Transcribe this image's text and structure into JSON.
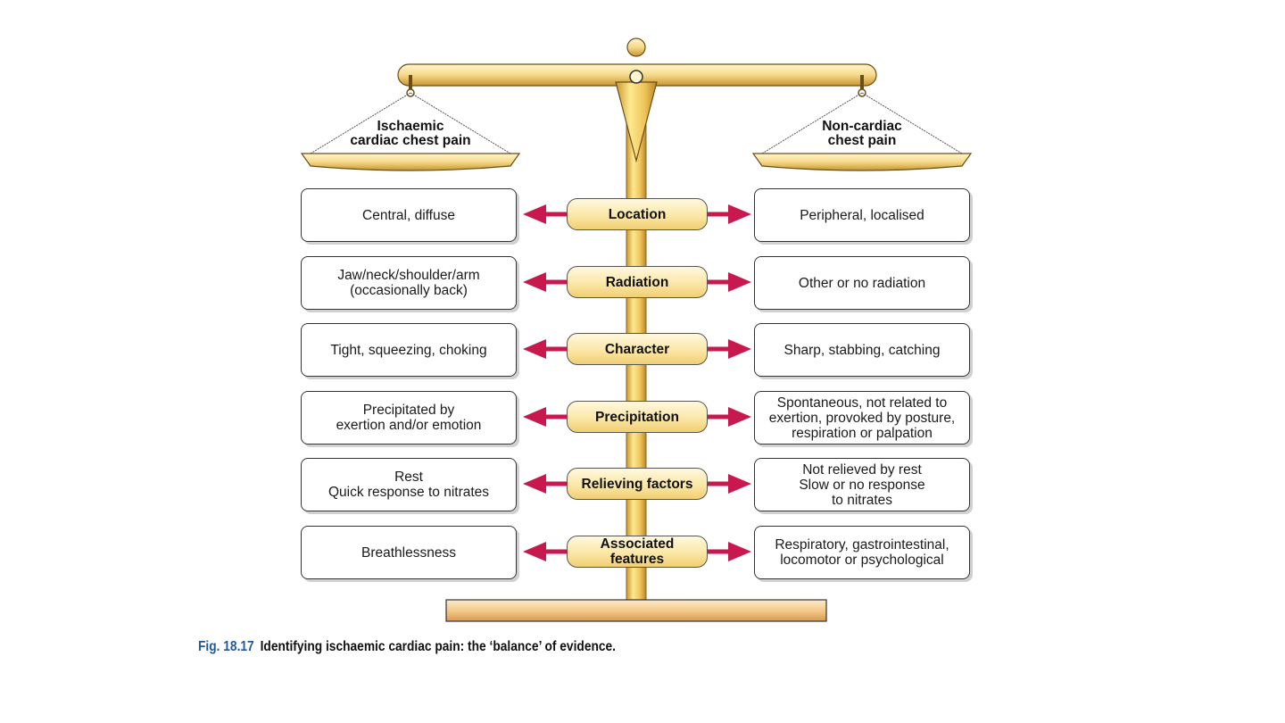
{
  "scale": {
    "left_pan_title": "Ischaemic\ncardiac chest pain",
    "right_pan_title": "Non-cardiac\nchest pain"
  },
  "rows": [
    {
      "label": "Location",
      "left": "Central, diffuse",
      "right": "Peripheral, localised"
    },
    {
      "label": "Radiation",
      "left": "Jaw/neck/shoulder/arm\n(occasionally back)",
      "right": "Other or no radiation"
    },
    {
      "label": "Character",
      "left": "Tight, squeezing, choking",
      "right": "Sharp, stabbing, catching"
    },
    {
      "label": "Precipitation",
      "left": "Precipitated by\nexertion and/or emotion",
      "right": "Spontaneous, not related to\nexertion, provoked by posture,\nrespiration or palpation"
    },
    {
      "label": "Relieving factors",
      "left": "Rest\nQuick response to nitrates",
      "right": "Not relieved by rest\nSlow or no response\nto nitrates"
    },
    {
      "label": "Associated\nfeatures",
      "left": "Breathlessness",
      "right": "Respiratory, gastrointestinal,\nlocomotor or psychological"
    }
  ],
  "caption": {
    "number": "Fig. 18.17",
    "text": "Identifying ischaemic cardiac pain: the ‘balance’ of evidence."
  },
  "colors": {
    "gold_light": "#fdf3c4",
    "gold": "#f3cf6a",
    "gold_dark": "#b8862a",
    "arrow": "#c8194f"
  }
}
